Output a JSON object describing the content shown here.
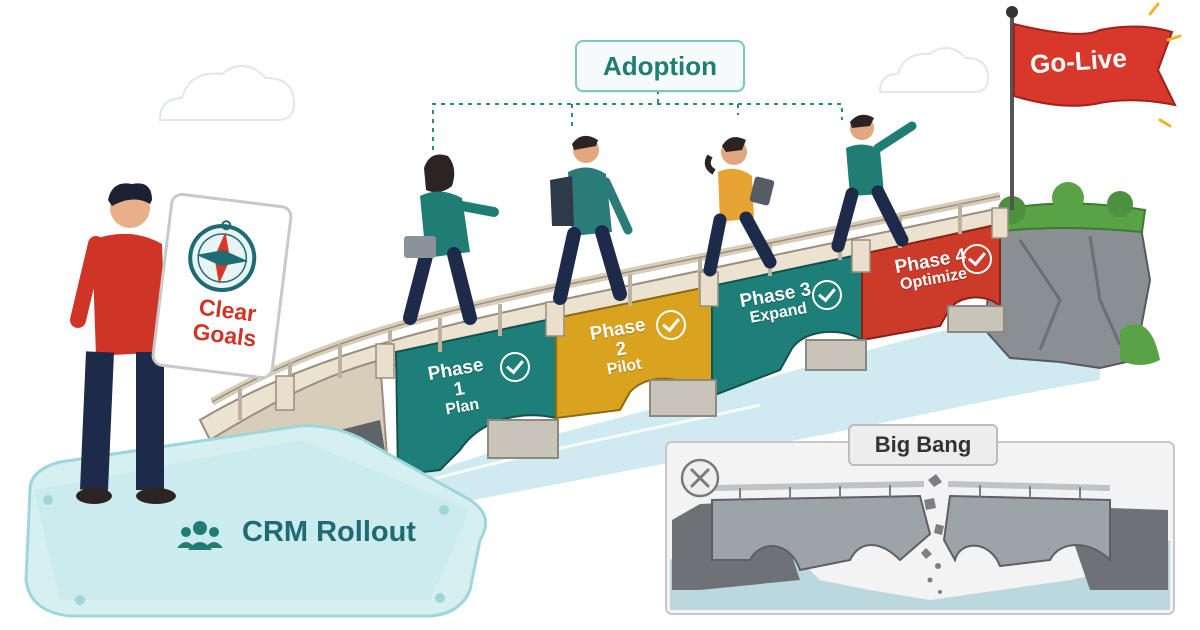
{
  "adoption": {
    "label": "Adoption"
  },
  "golive": {
    "label": "Go-Live"
  },
  "clear_goals": {
    "line1": "Clear",
    "line2": "Goals"
  },
  "crm": {
    "label": "CRM Rollout"
  },
  "phases": [
    {
      "number": "Phase 1",
      "name": "Plan",
      "color": "#1e7f79"
    },
    {
      "number": "Phase 2",
      "name": "Pilot",
      "color": "#d9a320"
    },
    {
      "number": "Phase 3",
      "name": "Expand",
      "color": "#1e7f79"
    },
    {
      "number": "Phase 4",
      "name": "Optimize",
      "color": "#cc3a2a"
    }
  ],
  "big_bang": {
    "label": "Big Bang"
  },
  "colors": {
    "teal": "#1e7f79",
    "mustard": "#d9a320",
    "red": "#cc3a2a",
    "flag": "#d8372c",
    "water": "#cfeaf1"
  },
  "icons": [
    "compass-icon",
    "people-icon",
    "check-icon",
    "close-icon",
    "flag-icon"
  ]
}
